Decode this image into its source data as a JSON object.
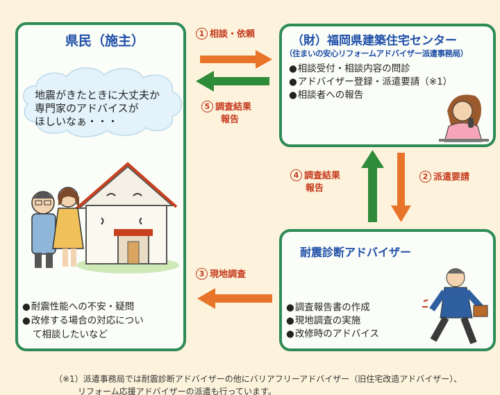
{
  "resident": {
    "title": "県民（施主）",
    "speech": [
      "地震がきたときに大丈夫か",
      "専門家のアドバイスが",
      "ほしいなぁ・・・"
    ],
    "bullets": [
      "耐震性能への不安・疑問",
      "改修する場合の対応につい",
      "て相談したいなど"
    ]
  },
  "center": {
    "title": "（財）福岡県建築住宅センター",
    "subtitle": "（住まいの安心リフォームアドバイザー派遣事務局）",
    "bullets": [
      "相談受付・相談内容の問診",
      "アドバイザー登録・派遣要請（※1）",
      "相談者への報告"
    ]
  },
  "advisor": {
    "title": "耐震診断アドバイザー",
    "bullets": [
      "調査報告書の作成",
      "現地調査の実施",
      "改修時のアドバイス"
    ]
  },
  "steps": {
    "s1": {
      "num": "1",
      "text": "相談・依頼"
    },
    "s5": {
      "num": "5",
      "line1": "調査結果",
      "line2": "報告"
    },
    "s4": {
      "num": "4",
      "line1": "調査結果",
      "line2": "報告"
    },
    "s2": {
      "num": "2",
      "text": "派遣要請"
    },
    "s3": {
      "num": "3",
      "text": "現地調査"
    }
  },
  "footnote": {
    "line1": "（※1）派遣事務局では耐震診断アドバイザーの他にバリアフリーアドバイザー（旧住宅改造アドバイザー）、",
    "line2": "リフォーム応援アドバイザーの派遣も行っています。"
  },
  "colors": {
    "box_border": "#2e8b57",
    "arrow_orange": "#e8742a",
    "arrow_green": "#2e8b3a",
    "label_red": "#c4391c",
    "title_blue": "#1f4fa8"
  }
}
